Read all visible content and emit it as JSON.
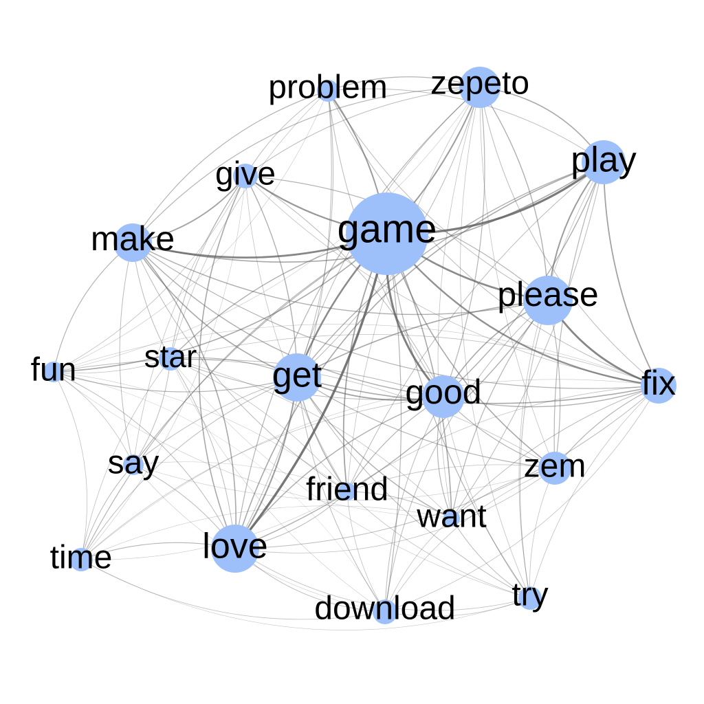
{
  "graph": {
    "node_color": "#9ec0fa",
    "edge_color": "#5f5f5f",
    "label_color": "#000000",
    "nodes": [
      {
        "id": "game",
        "label": "game"
      },
      {
        "id": "zepeto",
        "label": "zepeto"
      },
      {
        "id": "play",
        "label": "play"
      },
      {
        "id": "problem",
        "label": "problem"
      },
      {
        "id": "give",
        "label": "give"
      },
      {
        "id": "make",
        "label": "make"
      },
      {
        "id": "please",
        "label": "please"
      },
      {
        "id": "fun",
        "label": "fun"
      },
      {
        "id": "star",
        "label": "star"
      },
      {
        "id": "get",
        "label": "get"
      },
      {
        "id": "good",
        "label": "good"
      },
      {
        "id": "fix",
        "label": "fix"
      },
      {
        "id": "say",
        "label": "say"
      },
      {
        "id": "zem",
        "label": "zem"
      },
      {
        "id": "friend",
        "label": "friend"
      },
      {
        "id": "want",
        "label": "want"
      },
      {
        "id": "time",
        "label": "time"
      },
      {
        "id": "love",
        "label": "love"
      },
      {
        "id": "try",
        "label": "try"
      },
      {
        "id": "download",
        "label": "download"
      }
    ]
  }
}
